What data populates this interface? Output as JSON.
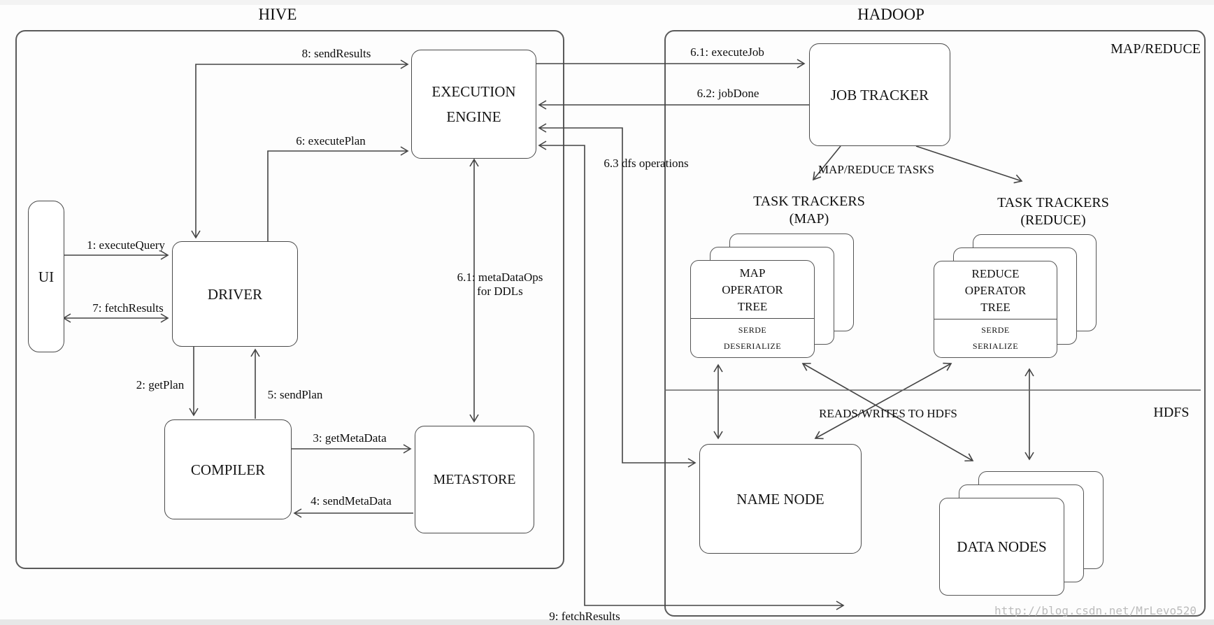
{
  "titles": {
    "hive": "HIVE",
    "hadoop": "HADOOP",
    "mapreduce_corner": "MAP/REDUCE",
    "hdfs_corner": "HDFS"
  },
  "boxes": {
    "ui": "UI",
    "driver": "DRIVER",
    "compiler": "COMPILER",
    "metastore": "METASTORE",
    "execution_engine_line1": "EXECUTION",
    "execution_engine_line2": "ENGINE",
    "job_tracker": "JOB TRACKER",
    "name_node": "NAME NODE",
    "data_nodes": "DATA NODES"
  },
  "stacks": {
    "map": {
      "line1": "MAP",
      "line2": "OPERATOR",
      "line3": "TREE",
      "serde": "SERDE",
      "mode": "DESERIALIZE"
    },
    "reduce": {
      "line1": "REDUCE",
      "line2": "OPERATOR",
      "line3": "TREE",
      "serde": "SERDE",
      "mode": "SERIALIZE"
    }
  },
  "headings": {
    "task_trackers_map_line1": "TASK TRACKERS",
    "task_trackers_map_line2": "(MAP)",
    "task_trackers_reduce_line1": "TASK TRACKERS",
    "task_trackers_reduce_line2": "(REDUCE)",
    "mapreduce_tasks": "MAP/REDUCE TASKS",
    "reads_writes": "READS/WRITES TO HDFS"
  },
  "edges": {
    "execute_query": "1: executeQuery",
    "get_plan": "2: getPlan",
    "get_metadata": "3: getMetaData",
    "send_metadata": "4: sendMetaData",
    "send_plan": "5: sendPlan",
    "execute_plan": "6: executePlan",
    "execute_job": "6.1: executeJob",
    "metadata_ops_line1": "6.1: metaDataOps",
    "metadata_ops_line2": "for DDLs",
    "job_done": "6.2: jobDone",
    "dfs_operations": "6.3 dfs operations",
    "fetch_results_ui": "7: fetchResults",
    "send_results": "8: sendResults",
    "fetch_results_hdfs": "9: fetchResults"
  },
  "watermark": "http://blog.csdn.net/MrLevo520",
  "colors": {
    "line": "#444444",
    "box_border": "#4a4a4a",
    "container_border": "#5a5a5a",
    "text": "#111111",
    "watermark": "#bcbcbc",
    "top_band": "#f3f3f3",
    "bottom_band": "#e7e7e7"
  }
}
